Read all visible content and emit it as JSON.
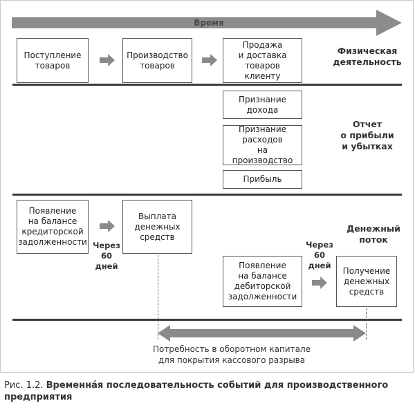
{
  "time_arrow": {
    "label": "Время"
  },
  "rows": {
    "physical": {
      "boxes": [
        "Поступление\nтоваров",
        "Производство\nтоваров",
        "Продажа\nи доставка\nтоваров клиенту"
      ],
      "label": "Физическая\nдеятельность"
    },
    "income": {
      "boxes": [
        "Признание\nдохода",
        "Признание\nрасходов\nна производство",
        "Прибыль"
      ],
      "label": "Отчет\nо прибыли\nи убытках"
    },
    "cash": {
      "boxes": [
        "Появление\nна балансе\nкредиторской\nзадолженности",
        "Выплата\nденежных\nсредств",
        "Появление\nна балансе\nдебиторской\nзадолженности",
        "Получение\nденежных\nсредств"
      ],
      "label": "Денежный\nпоток",
      "delays": [
        "Через\n60\nдней",
        "Через\n60\nдней"
      ]
    }
  },
  "gap": {
    "label": "Потребность в оборотном капитале\nдля покрытия кассового разрыва"
  },
  "caption": {
    "number": "Рис. 1.2. ",
    "title": "Временна́я последовательность событий для производственного предприятия"
  }
}
